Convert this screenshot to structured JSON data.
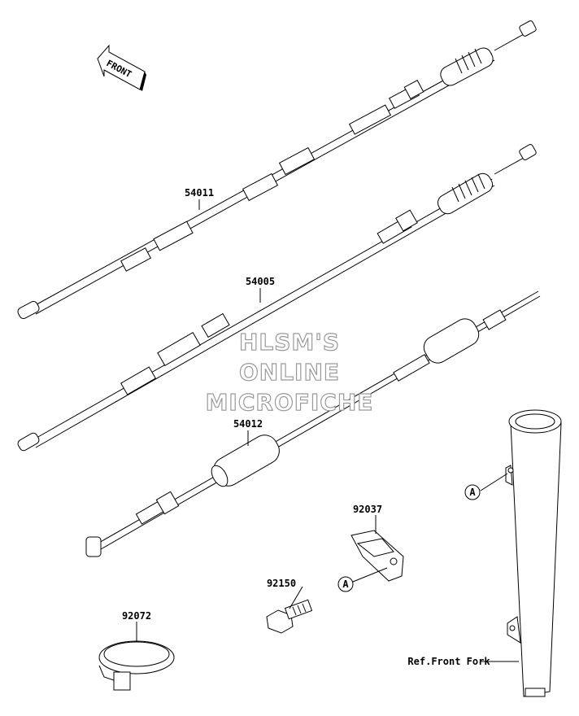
{
  "direction_marker": {
    "label": "FRONT"
  },
  "watermark": {
    "line1": "HLSM'S",
    "line2": "ONLINE",
    "line3": "MICROFICHE"
  },
  "callouts": {
    "p54011": "54011",
    "p54005": "54005",
    "p54012": "54012",
    "p92037": "92037",
    "p92150": "92150",
    "p92072": "92072",
    "ref_a_fork": "A",
    "ref_a_clamp": "A",
    "ref_front_fork": "Ref.Front Fork"
  }
}
